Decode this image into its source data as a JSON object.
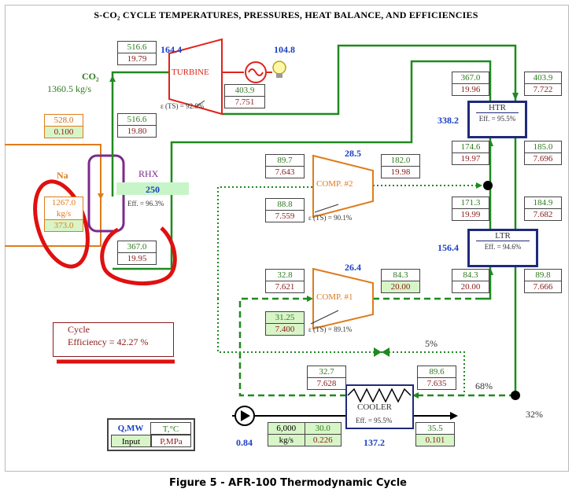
{
  "title": "S-CO₂ CYCLE TEMPERATURES, PRESSURES, HEAT BALANCE, AND EFFICIENCIES",
  "caption": "Figure 5 - AFR-100 Thermodynamic Cycle",
  "co2": {
    "label": "CO₂",
    "flow": "1360.5 kg/s"
  },
  "na": {
    "label": "Na",
    "t_in": "528.0",
    "p_in": "0.100",
    "flow1": "1267.0",
    "flow2": "kg/s",
    "t_out": "373.0"
  },
  "rhx": {
    "label": "RHX",
    "duty": "250",
    "eff_label": "Eff. =",
    "eff": "96.3%"
  },
  "turbine": {
    "label": "TURBINE",
    "power": "164.4",
    "gen": "104.8",
    "eff_label": "ε (TS) =",
    "eff": "92.8%",
    "in_t": "516.6",
    "in_p": "19.79",
    "out_t": "403.9",
    "out_p": "7.751"
  },
  "rhx_out": {
    "t": "516.6",
    "p": "19.80"
  },
  "rhx_in": {
    "t": "367.0",
    "p": "19.95"
  },
  "htr": {
    "label": "HTR",
    "duty": "338.2",
    "eff_label": "Eff. =",
    "eff": "95.5%",
    "hp_out_t": "367.0",
    "hp_out_p": "19.96",
    "lp_in_t": "403.9",
    "lp_in_p": "7.722",
    "hp_in_t": "174.6",
    "hp_in_p": "19.97",
    "lp_out_t": "185.0",
    "lp_out_p": "7.696"
  },
  "comp2": {
    "label": "COMP. #2",
    "power": "28.5",
    "eff_label": "ε (TS) =",
    "eff": "90.1%",
    "out_t": "182.0",
    "out_p": "19.98",
    "in_t": "88.8",
    "in_p": "7.559",
    "a_t": "89.7",
    "a_p": "7.643"
  },
  "ltr": {
    "label": "LTR",
    "duty": "156.4",
    "eff_label": "Eff. =",
    "eff": "94.6%",
    "hp_out_t": "171.3",
    "hp_out_p": "19.99",
    "lp_in_t": "184.9",
    "lp_in_p": "7.682",
    "hp_in_t": "84.3",
    "hp_in_p": "20.00",
    "lp_out_t": "89.8",
    "lp_out_p": "7.666"
  },
  "comp1": {
    "label": "COMP. #1",
    "power": "26.4",
    "eff_label": "ε (TS) =",
    "eff": "89.1%",
    "a_t": "32.8",
    "a_p": "7.621",
    "out_t": "84.3",
    "out_p": "20.00",
    "in_t": "31.25",
    "in_p": "7.400"
  },
  "split": {
    "a": "5%",
    "b": "68%",
    "c": "32%"
  },
  "cooler": {
    "label": "COOLER",
    "duty": "137.2",
    "eff_label": "Eff. =",
    "eff": "95.5%",
    "co2_out_t": "32.7",
    "co2_out_p": "7.628",
    "co2_in_t": "89.6",
    "co2_in_p": "7.635",
    "w_flow": "6,000",
    "w_unit": "kg/s",
    "w_in_t": "30.0",
    "w_in_p": "0.226",
    "w_out_t": "35.5",
    "w_out_p": "0.101"
  },
  "pump": {
    "power": "0.84"
  },
  "cycle": {
    "line1": "Cycle",
    "line2": "Efficiency =",
    "value": "42.27",
    "unit": "%"
  },
  "legend": {
    "q": "Q,MW",
    "t": "T,°C",
    "input": "Input",
    "p": "P,MPa"
  }
}
